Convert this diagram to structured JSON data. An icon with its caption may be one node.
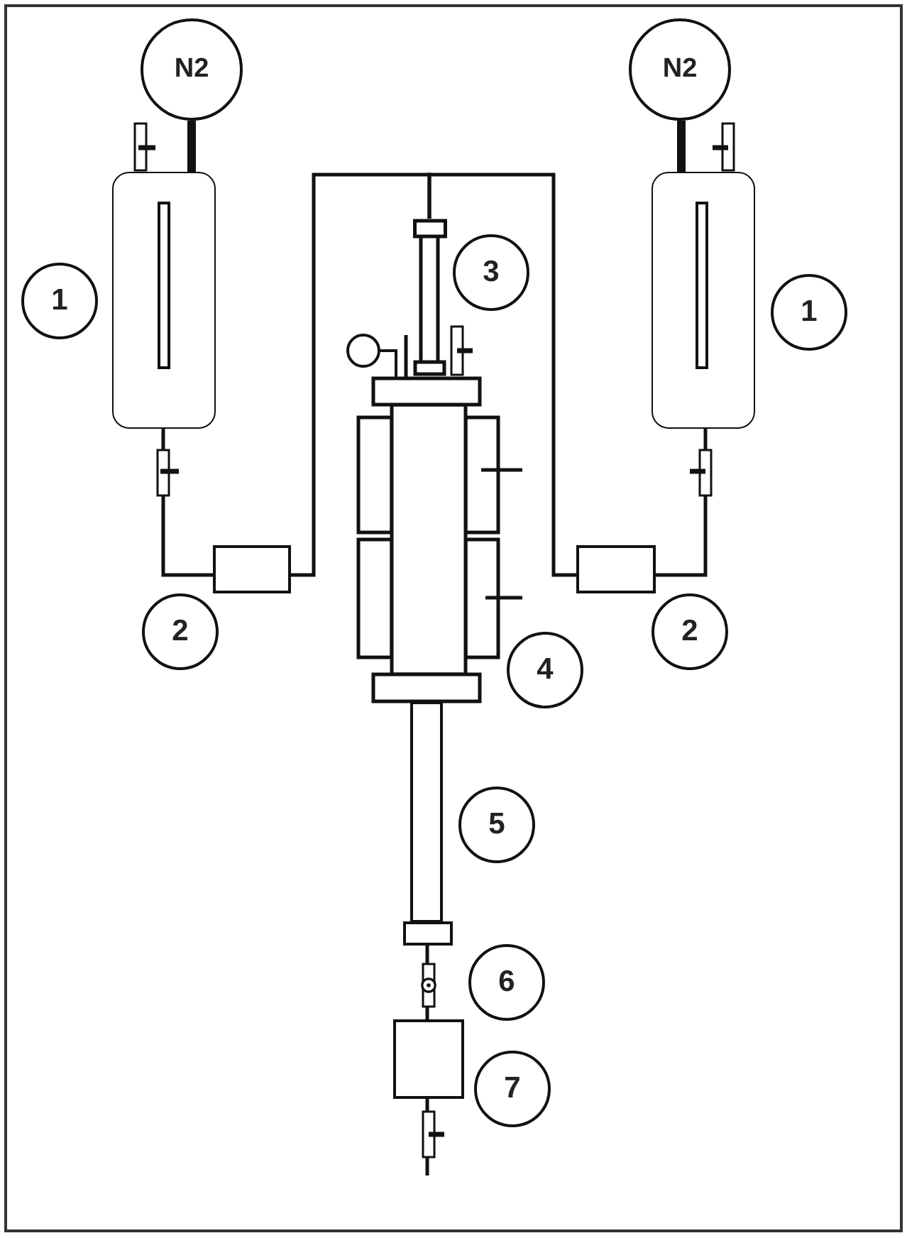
{
  "diagram": {
    "nodes": [
      {
        "text": [
          "N2"
        ]
      },
      {
        "text": [
          "N2"
        ]
      },
      {
        "text": [],
        "shape": "cylinder"
      },
      {
        "text": [],
        "shape": "cylinder"
      },
      {
        "text": [],
        "shape": "picture"
      },
      {
        "text": [],
        "shape": "picture"
      },
      {
        "text": [],
        "shape": "box"
      },
      {
        "text": [],
        "shape": "box"
      },
      {
        "text": [],
        "shape": "box"
      },
      {
        "text": [],
        "shape": "box"
      },
      {
        "text": [],
        "shape": "box"
      }
    ],
    "edges": [
      {
        "from": 0,
        "to": 2,
        "arrow": "none",
        "style": "thick"
      },
      {
        "from": 1,
        "to": 3,
        "arrow": "none",
        "style": "thick"
      },
      {
        "from": 2,
        "to": 6,
        "arrow": "none"
      },
      {
        "from": 3,
        "to": 7,
        "arrow": "none"
      },
      {
        "from": 6,
        "to": 4,
        "arrow": "none"
      },
      {
        "from": 7,
        "to": 4,
        "arrow": "none"
      },
      {
        "from": 9,
        "to": 10,
        "arrow": "none"
      },
      {
        "from": 10,
        "to": null,
        "arrow": "none"
      }
    ],
    "labels": [
      "1",
      "3",
      "1",
      "2",
      "2",
      "4",
      "5",
      "6",
      "7"
    ]
  }
}
